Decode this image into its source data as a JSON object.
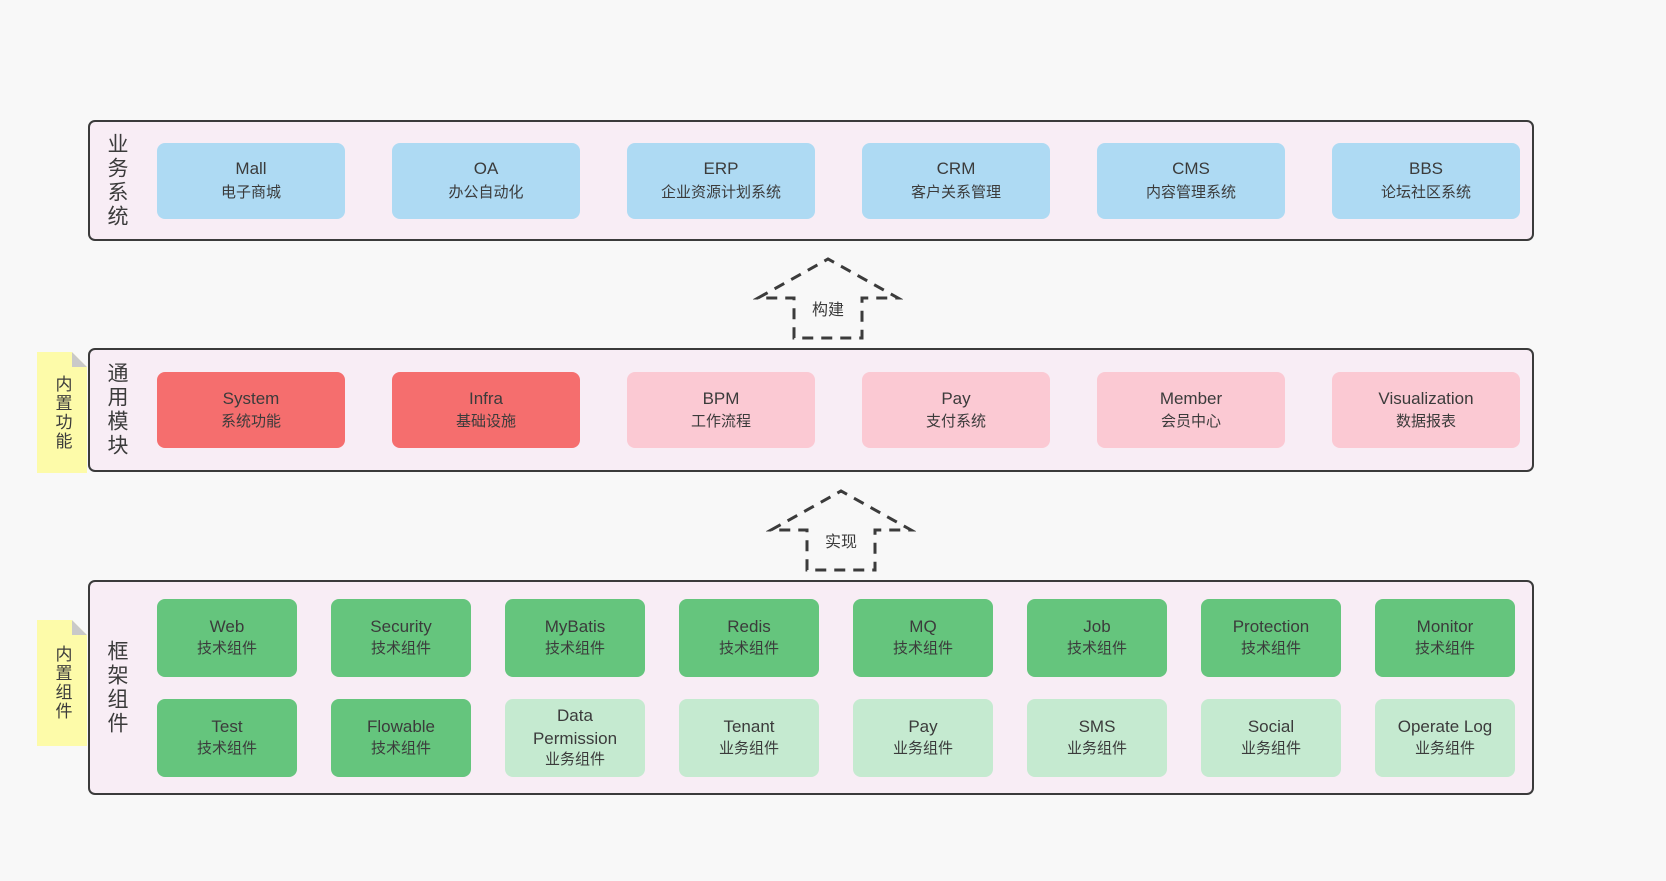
{
  "palette": {
    "page_bg": "#f8f8f8",
    "panel_bg": "#f8edf5",
    "panel_border": "#3b3b3b",
    "text": "#3b3b3b",
    "blue": "#aedaf3",
    "red": "#f56e6e",
    "pink": "#fbc9d3",
    "green": "#65c57d",
    "light_green": "#c5ead0",
    "note_yellow": "#fdfba9",
    "note_fold": "#c9c9c9"
  },
  "layers": {
    "business": {
      "label": "业务系统",
      "boxes": [
        {
          "title": "Mall",
          "subtitle": "电子商城"
        },
        {
          "title": "OA",
          "subtitle": "办公自动化"
        },
        {
          "title": "ERP",
          "subtitle": "企业资源计划系统"
        },
        {
          "title": "CRM",
          "subtitle": "客户关系管理"
        },
        {
          "title": "CMS",
          "subtitle": "内容管理系统"
        },
        {
          "title": "BBS",
          "subtitle": "论坛社区系统"
        }
      ]
    },
    "modules": {
      "label": "通用模块",
      "note": "内置功能",
      "boxes": [
        {
          "title": "System",
          "subtitle": "系统功能"
        },
        {
          "title": "Infra",
          "subtitle": "基础设施"
        },
        {
          "title": "BPM",
          "subtitle": "工作流程"
        },
        {
          "title": "Pay",
          "subtitle": "支付系统"
        },
        {
          "title": "Member",
          "subtitle": "会员中心"
        },
        {
          "title": "Visualization",
          "subtitle": "数据报表"
        }
      ]
    },
    "framework": {
      "label": "框架组件",
      "note": "内置组件",
      "row1": [
        {
          "title": "Web",
          "subtitle": "技术组件"
        },
        {
          "title": "Security",
          "subtitle": "技术组件"
        },
        {
          "title": "MyBatis",
          "subtitle": "技术组件"
        },
        {
          "title": "Redis",
          "subtitle": "技术组件"
        },
        {
          "title": "MQ",
          "subtitle": "技术组件"
        },
        {
          "title": "Job",
          "subtitle": "技术组件"
        },
        {
          "title": "Protection",
          "subtitle": "技术组件"
        },
        {
          "title": "Monitor",
          "subtitle": "技术组件"
        }
      ],
      "row2": [
        {
          "title": "Test",
          "subtitle": "技术组件"
        },
        {
          "title": "Flowable",
          "subtitle": "技术组件"
        },
        {
          "title": "Data Permission",
          "subtitle": "业务组件"
        },
        {
          "title": "Tenant",
          "subtitle": "业务组件"
        },
        {
          "title": "Pay",
          "subtitle": "业务组件"
        },
        {
          "title": "SMS",
          "subtitle": "业务组件"
        },
        {
          "title": "Social",
          "subtitle": "业务组件"
        },
        {
          "title": "Operate Log",
          "subtitle": "业务组件"
        }
      ]
    }
  },
  "arrows": {
    "build": {
      "label": "构建"
    },
    "implement": {
      "label": "实现"
    }
  }
}
